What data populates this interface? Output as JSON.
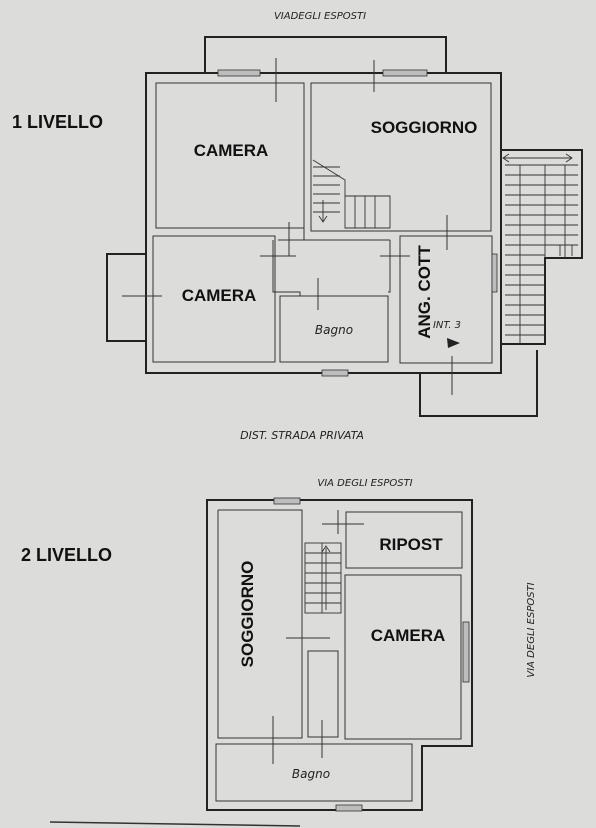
{
  "level1": {
    "label": "1 LIVELLO",
    "street_top": "VIADEGLI ESPOSTI",
    "street_bottom": "DIST. STRADA PRIVATA",
    "rooms": {
      "camera_a": "CAMERA",
      "soggiorno": "SOGGIORNO",
      "camera_b": "CAMERA",
      "bagno": "Bagno",
      "ang_cott": "ANG. COTT",
      "int": "INT. 3"
    }
  },
  "level2": {
    "label": "2 LIVELLO",
    "street_top": "VIA DEGLI ESPOSTI",
    "street_side": "VIA DEGLI ESPOSTI",
    "rooms": {
      "ripost": "RIPOST",
      "soggiorno": "SOGGIORNO",
      "camera": "CAMERA",
      "bagno": "Bagno"
    }
  }
}
